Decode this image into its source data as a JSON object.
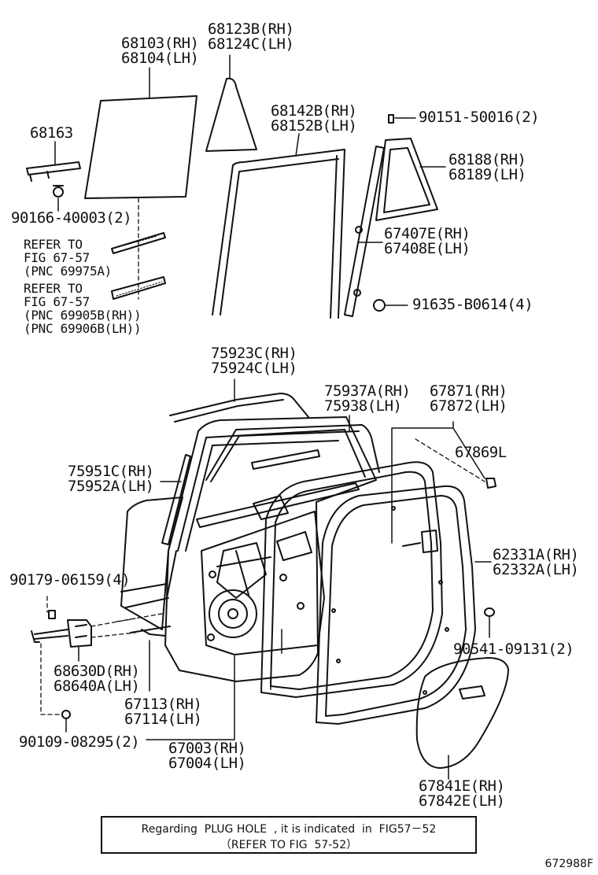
{
  "parts": {
    "p68123": "68123B(RH)\n68124C(LH)",
    "p68103": "68103(RH)\n68104(LH)",
    "p68163": "68163",
    "p68142": "68142B(RH)\n68152B(LH)",
    "p90151": "90151-50016(2)",
    "p68188": "68188(RH)\n68189(LH)",
    "p90166": "90166-40003(2)",
    "p67407": "67407E(RH)\n67408E(LH)",
    "p91635": "91635-B0614(4)",
    "p75923": "75923C(RH)\n75924C(LH)",
    "p75937": "75937A(RH)\n75938(LH)",
    "p67871": "67871(RH)\n67872(LH)",
    "p67869": "67869L",
    "p75951": "75951C(RH)\n75952A(LH)",
    "p62331": "62331A(RH)\n62332A(LH)",
    "p90179": "90179-06159(4)",
    "p90541": "90541-09131(2)",
    "p68630": "68630D(RH)\n68640A(LH)",
    "p67113": "67113(RH)\n67114(LH)",
    "p90109": "90109-08295(2)",
    "p67003": "67003(RH)\n67004(LH)",
    "p67841": "67841E(RH)\n67842E(LH)"
  },
  "refers": {
    "ref1": "REFER TO\nFIG 67-57\n(PNC 69975A)",
    "ref2": "REFER TO\nFIG 67-57\n(PNC 69905B(RH))\n(PNC 69906B(LH))"
  },
  "note": {
    "line1": "Regarding  PLUG HOLE  , it is indicated  in  FIG57－52",
    "line2": "（REFER TO FIG  57-52）"
  },
  "figure_number": "672988F"
}
